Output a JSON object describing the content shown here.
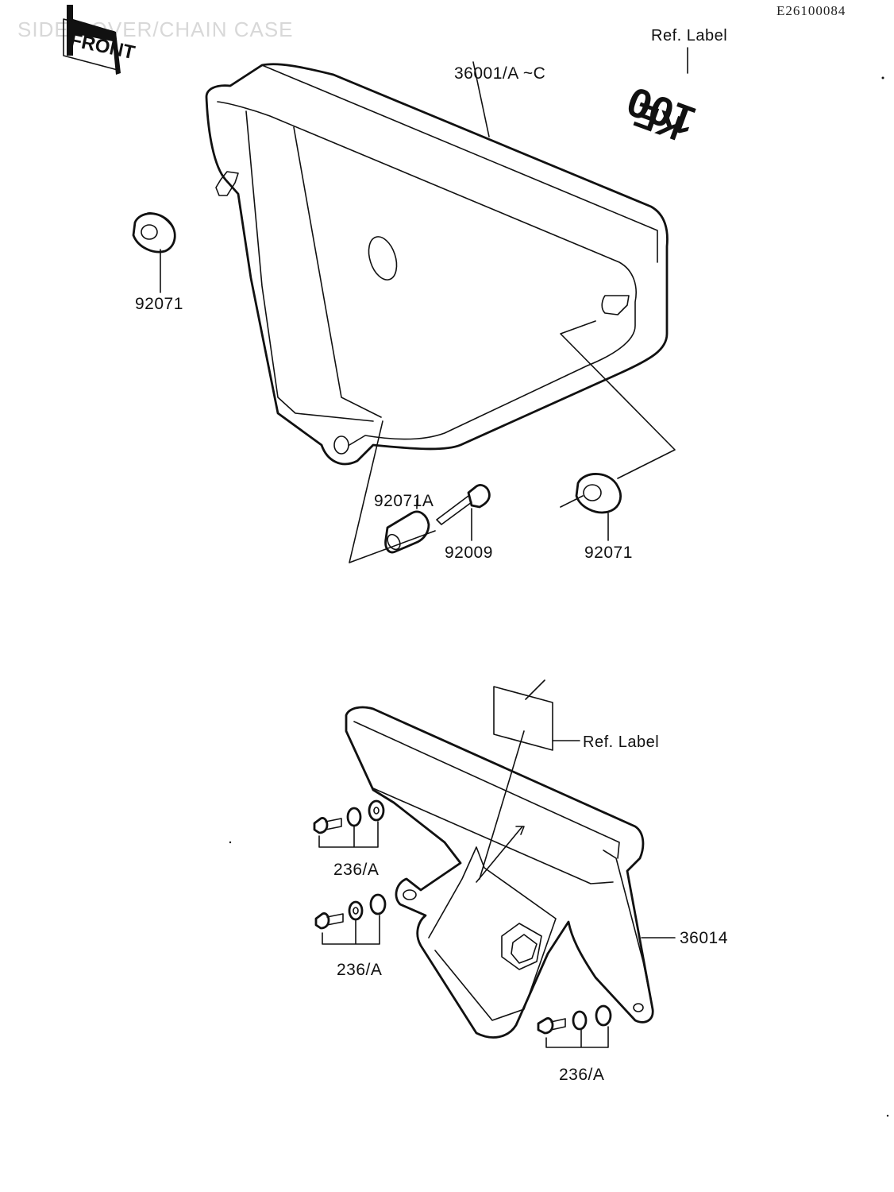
{
  "header": {
    "faded_title": "SIDE COVER/CHAIN CASE",
    "doc_id": "E26100084"
  },
  "icons": {
    "front_arrow": "front-direction-arrow-icon",
    "ke100_label": "ke100-decal-icon"
  },
  "text_in_pictures": {
    "front_stamp": "FRONT",
    "decal": "KE 100"
  },
  "callouts": {
    "side_cover": "36001/A ~C",
    "ref_label_top": "Ref. Label",
    "grommet_left": "92071",
    "collar": "92071A",
    "bolt": "92009",
    "grommet_right": "92071",
    "ref_label_bottom": "Ref. Label",
    "chain_case": "36014",
    "bolt_set_1": "236/A",
    "bolt_set_2": "236/A",
    "bolt_set_3": "236/A"
  },
  "colors": {
    "ink": "#111111",
    "paper": "#ffffff",
    "watermark": "#d8d8d8"
  }
}
